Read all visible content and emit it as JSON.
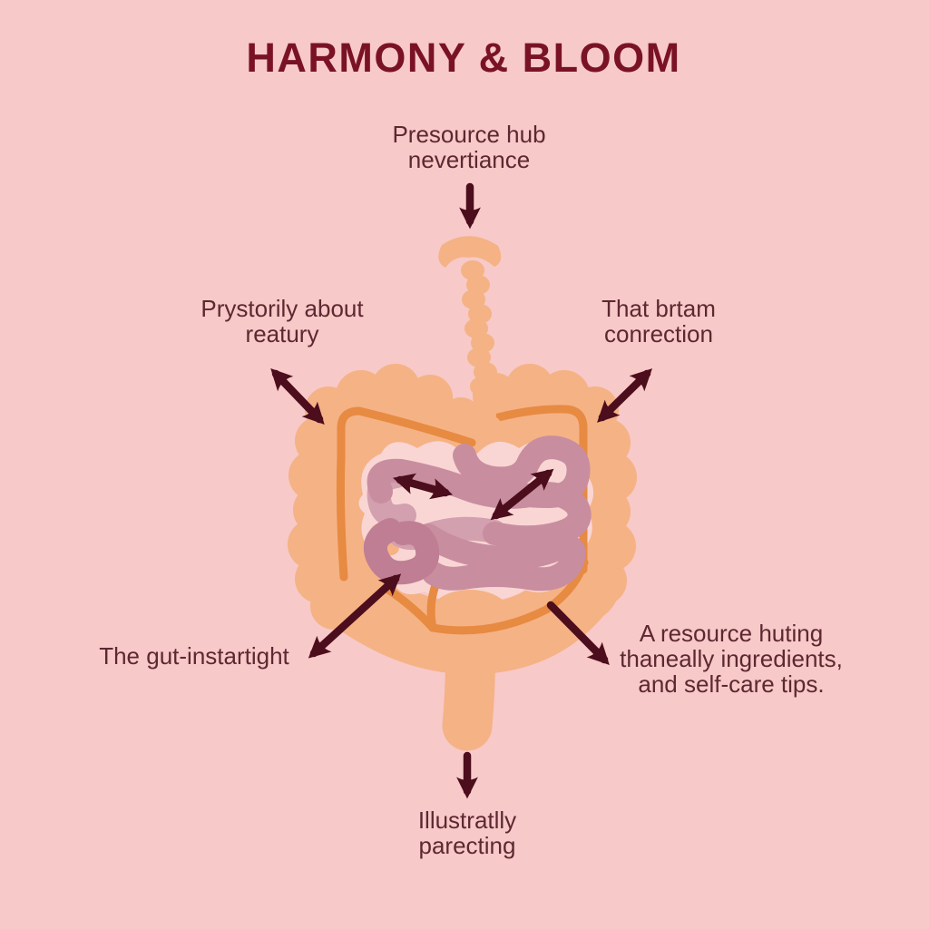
{
  "title": "HARMONY & BLOOM",
  "labels": {
    "top": {
      "lines": [
        "Presource hub",
        "nevertiance"
      ]
    },
    "upper_left": {
      "lines": [
        "Prystorily about",
        "reatury"
      ]
    },
    "upper_right": {
      "lines": [
        "That brtam",
        "conrection"
      ]
    },
    "lower_left": {
      "lines": [
        "The gut-instartight"
      ]
    },
    "lower_right": {
      "lines": [
        "A resource huting",
        "thaneally ingredients,",
        "and self-care tips."
      ]
    },
    "bottom": {
      "lines": [
        "Illustratlly",
        "parecting"
      ]
    }
  },
  "diagram": {
    "subject": "digestive-system-illustration",
    "parts": [
      "tongue",
      "esophagus",
      "large-intestine",
      "small-intestine",
      "appendix",
      "rectum"
    ]
  },
  "colors": {
    "background": "#f7c9c8",
    "interior": "#f9d6d4",
    "title_text": "#7a1226",
    "label_text": "#5d2831",
    "arrow": "#4c0d1c",
    "colon_fill": "#f5b285",
    "colon_line": "#e78a42",
    "tube_fill": "#f5b285",
    "intestine": "#c98da0",
    "intestine_light": "#d2a0af",
    "intestine_dark": "#bf7e93"
  }
}
